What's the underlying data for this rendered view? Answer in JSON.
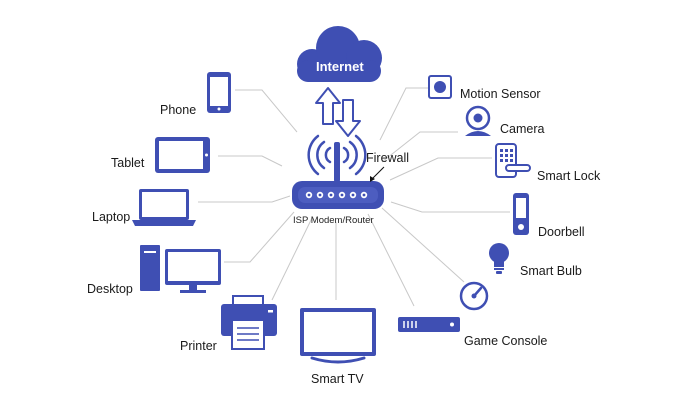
{
  "colors": {
    "primary": "#3f4fb3",
    "light": "#c9cfee",
    "line": "#c8c8c8",
    "text": "#1a1a1a"
  },
  "labels": {
    "internet": "Internet",
    "router": "ISP Modem/Router",
    "firewall": "Firewall",
    "phone": "Phone",
    "tablet": "Tablet",
    "laptop": "Laptop",
    "desktop": "Desktop",
    "printer": "Printer",
    "smart_tv": "Smart TV",
    "game_console": "Game Console",
    "smart_bulb": "Smart Bulb",
    "doorbell": "Doorbell",
    "smart_lock": "Smart Lock",
    "camera": "Camera",
    "motion_sensor": "Motion Sensor"
  },
  "icons": [
    "cloud-icon",
    "up-down-arrows-icon",
    "router-icon",
    "wifi-signal-icon",
    "phone-icon",
    "tablet-icon",
    "laptop-icon",
    "desktop-icon",
    "printer-icon",
    "tv-icon",
    "game-console-icon",
    "smart-bulb-icon",
    "doorbell-icon",
    "smart-lock-icon",
    "camera-icon",
    "motion-sensor-icon"
  ]
}
